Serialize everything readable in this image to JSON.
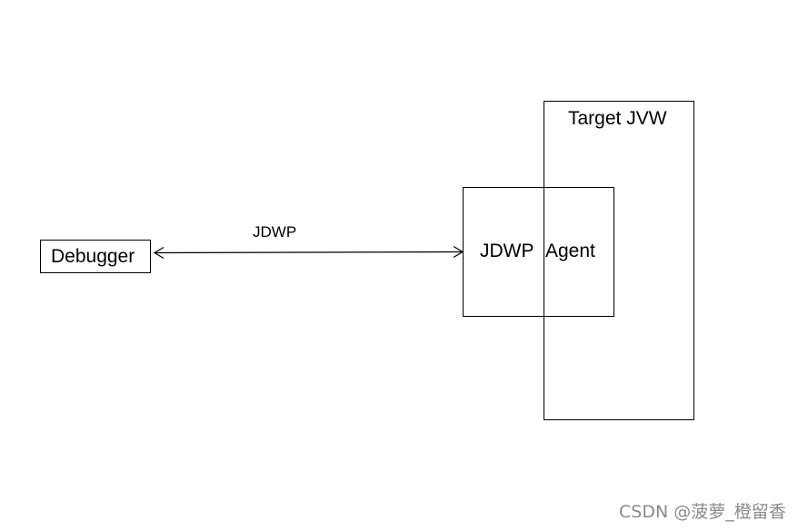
{
  "diagram": {
    "nodes": {
      "debugger": "Debugger",
      "target_jvm": "Target JVW",
      "agent_protocol": "JDWP",
      "agent_name": "Agent"
    },
    "edges": [
      {
        "from": "debugger",
        "to": "jdwp-agent",
        "label": "JDWP",
        "direction": "bidirectional"
      }
    ]
  },
  "watermark": "CSDN @菠萝_橙留香",
  "colors": {
    "stroke": "#000000",
    "background": "#ffffff",
    "watermark": "#8a8a8a"
  }
}
